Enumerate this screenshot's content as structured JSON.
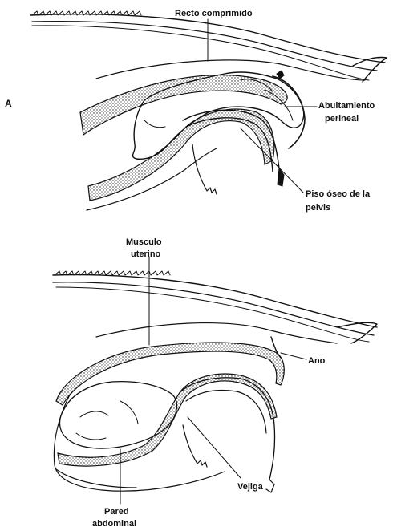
{
  "figure": {
    "panel_a": {
      "letter": "A",
      "labels": {
        "recto": "Recto comprimido",
        "abultamiento_1": "Abultamiento",
        "abultamiento_2": "perineal",
        "piso_1": "Piso óseo de la",
        "piso_2": "pelvis"
      }
    },
    "panel_b": {
      "labels": {
        "musculo_1": "Musculo",
        "musculo_2": "uterino",
        "ano": "Ano",
        "vejiga": "Vejiga",
        "pared_1": "Pared",
        "pared_2": "abdominal"
      }
    }
  }
}
